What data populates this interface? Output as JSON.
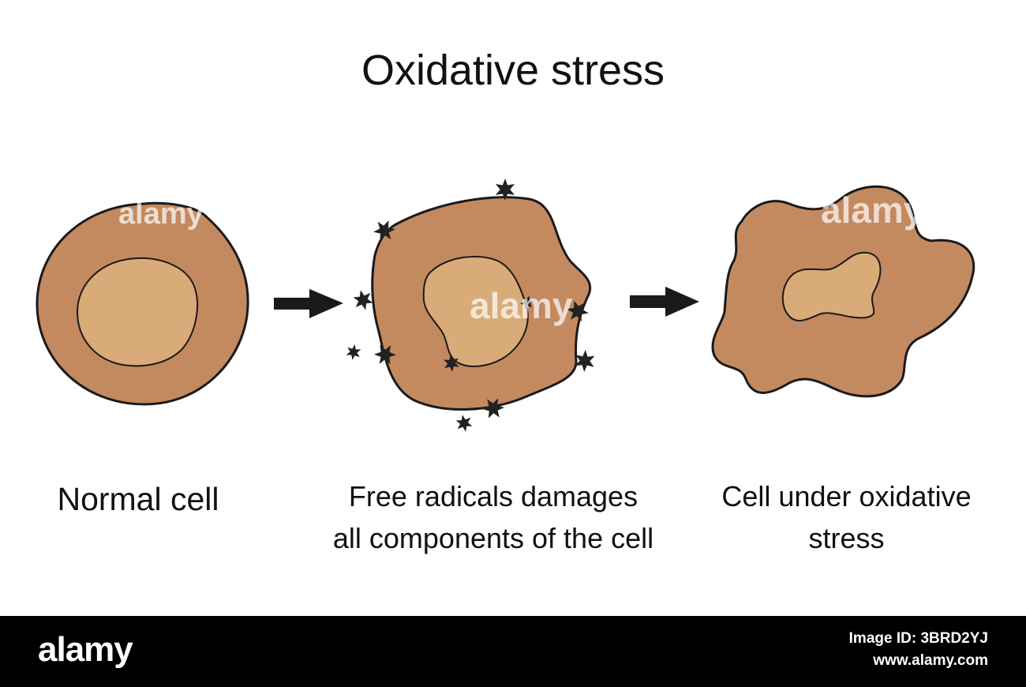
{
  "title": "Oxidative stress",
  "captions": {
    "normal": "Normal cell",
    "damage_line1": "Free radicals damages",
    "damage_line2": "all components of the cell",
    "stressed_line1": "Cell under oxidative",
    "stressed_line2": "stress"
  },
  "watermark": "alamy",
  "footer": {
    "logo": "alamy",
    "image_id": "Image ID: 3BRD2YJ",
    "site": "www.alamy.com"
  },
  "colors": {
    "cytoplasm": "#c48a5f",
    "nucleus": "#d9ab79",
    "outline": "#1a1a1a",
    "radical": "#222222",
    "arrow": "#1a1a1a"
  }
}
